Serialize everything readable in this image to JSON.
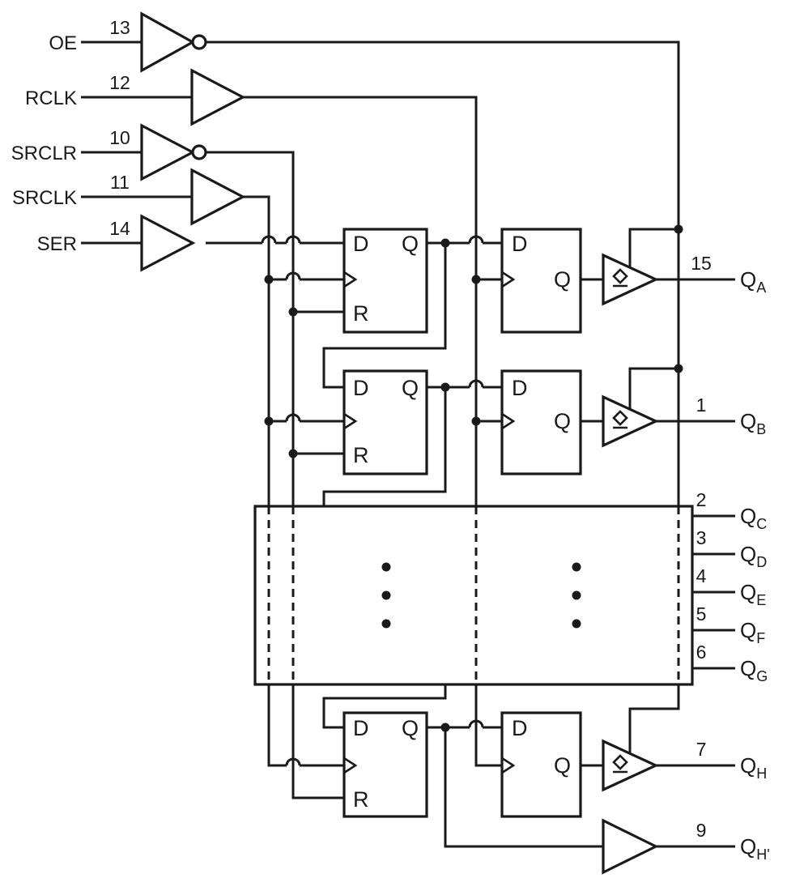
{
  "colors": {
    "line": "#1a1a1a",
    "background": "#ffffff"
  },
  "diagram": {
    "inputs": [
      {
        "label": "OE",
        "pin": "13"
      },
      {
        "label": "RCLK",
        "pin": "12"
      },
      {
        "label": "SRCLR",
        "pin": "10"
      },
      {
        "label": "SRCLK",
        "pin": "11"
      },
      {
        "label": "SER",
        "pin": "14"
      }
    ],
    "ff": {
      "d": "D",
      "q": "Q",
      "r": "R"
    },
    "outputs": [
      {
        "pin": "15",
        "base": "Q",
        "sub": "A"
      },
      {
        "pin": "1",
        "base": "Q",
        "sub": "B"
      },
      {
        "pin": "2",
        "base": "Q",
        "sub": "C"
      },
      {
        "pin": "3",
        "base": "Q",
        "sub": "D"
      },
      {
        "pin": "4",
        "base": "Q",
        "sub": "E"
      },
      {
        "pin": "5",
        "base": "Q",
        "sub": "F"
      },
      {
        "pin": "6",
        "base": "Q",
        "sub": "G"
      },
      {
        "pin": "7",
        "base": "Q",
        "sub": "H"
      },
      {
        "pin": "9",
        "base": "Q",
        "sub": "H'"
      }
    ]
  }
}
